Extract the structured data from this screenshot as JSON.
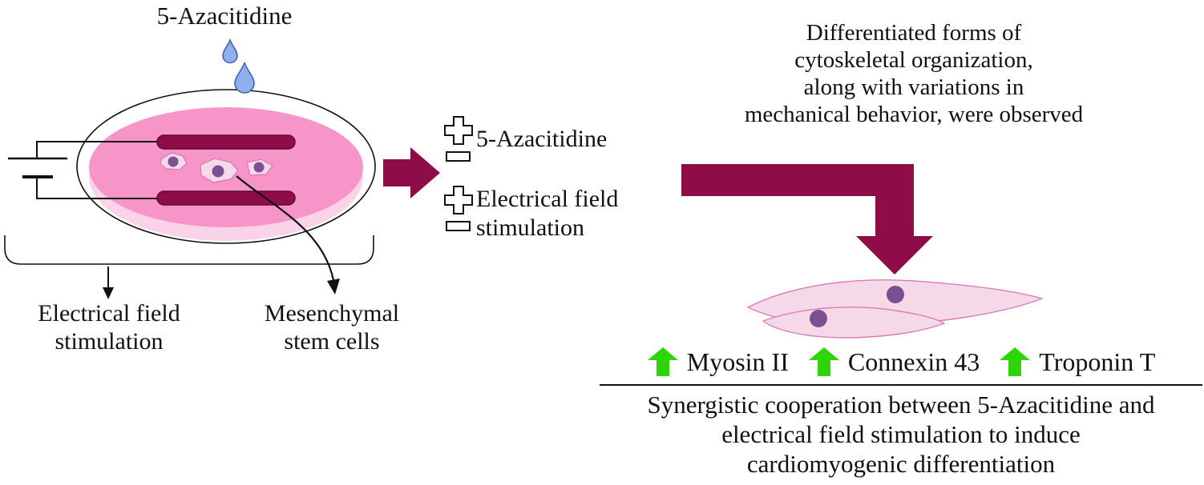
{
  "colors": {
    "maroon": "#8e0c47",
    "maroonDark": "#5d0730",
    "pinkMedium": "#f795c8",
    "pinkLight": "#fbd3e9",
    "cellFill": "#f6d9e9",
    "cellOutline": "#d77fb5",
    "nucleus": "#7b4f94",
    "dropletFill": "#8fb0ea",
    "dropletStroke": "#3d5dae",
    "green": "#2ed308",
    "ink": "#111111"
  },
  "left_panel": {
    "title": "5-Azacitidine",
    "stimulation_label": "Electrical field\nstimulation",
    "cells_label": "Mesenchymal\nstem cells"
  },
  "conditions": {
    "condition1_label": "5-Azacitidine",
    "condition2_label": "Electrical field\nstimulation"
  },
  "observation": {
    "lines": [
      "Differentiated forms of",
      "cytoskeletal organization,",
      "along with variations in",
      "mechanical behavior, were observed"
    ]
  },
  "markers": [
    {
      "label": "Myosin II"
    },
    {
      "label": "Connexin 43"
    },
    {
      "label": "Troponin T"
    }
  ],
  "conclusion": {
    "lines": [
      "Synergistic cooperation between 5-Azacitidine and",
      "electrical field stimulation to induce",
      "cardiomyogenic differentiation"
    ]
  }
}
